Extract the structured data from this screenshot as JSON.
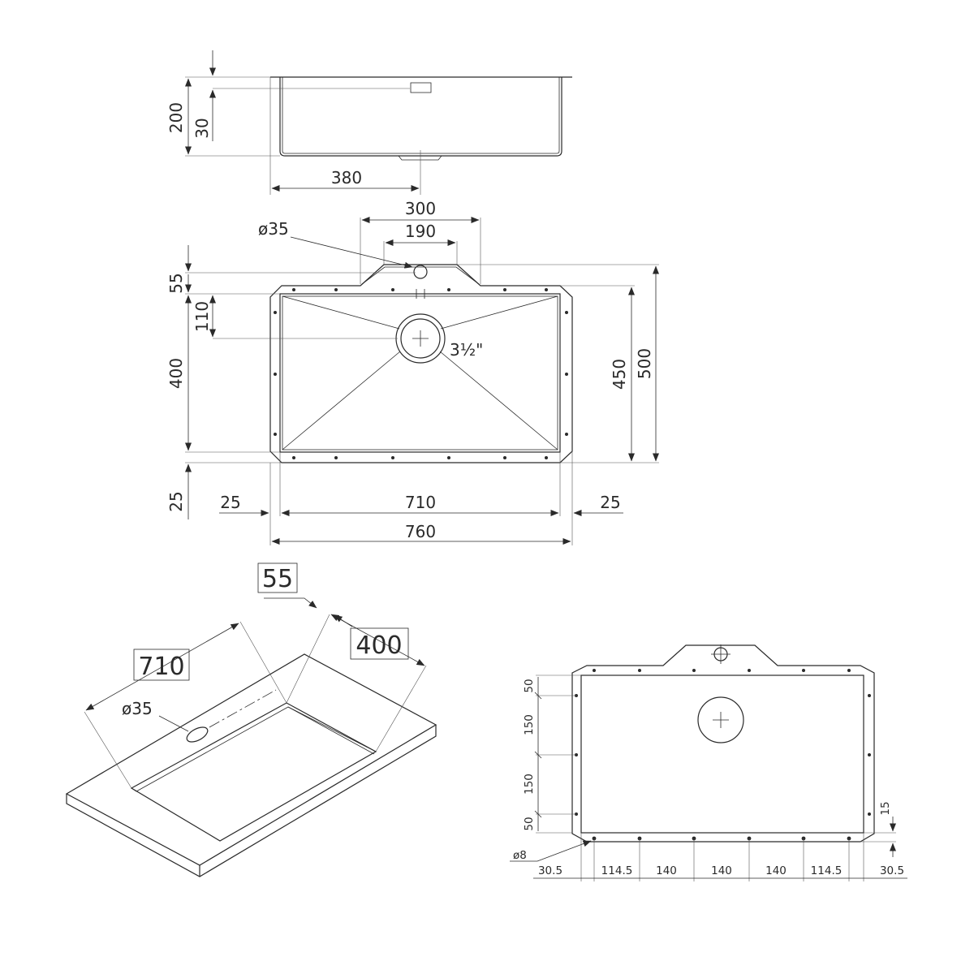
{
  "side_view": {
    "dims": {
      "height_total": "200",
      "offset_top": "30",
      "width_to_drain": "380"
    }
  },
  "top_view": {
    "dims": {
      "width_300": "300",
      "width_190": "190",
      "diameter_35": "ø35",
      "height_55": "55",
      "height_110": "110",
      "height_400": "400",
      "height_25": "25",
      "height_450": "450",
      "height_500": "500",
      "margin_left_25": "25",
      "inner_710": "710",
      "margin_right_25": "25",
      "overall_760": "760",
      "drain_size": "3½\""
    }
  },
  "iso_view": {
    "dims": {
      "depth_55": "55",
      "width_710": "710",
      "length_400": "400",
      "diameter_35": "ø35"
    }
  },
  "flange_view": {
    "dims": {
      "v_50_top": "50",
      "v_150_a": "150",
      "v_150_b": "150",
      "v_50_bottom": "50",
      "v_15": "15",
      "dia_8": "ø8",
      "h_30_5_left": "30.5",
      "h_114_5_left": "114.5",
      "h_140_a": "140",
      "h_140_b": "140",
      "h_140_c": "140",
      "h_114_5_right": "114.5",
      "h_30_5_right": "30.5"
    }
  },
  "colors": {
    "line": "#2a2a2a",
    "background": "#ffffff"
  }
}
